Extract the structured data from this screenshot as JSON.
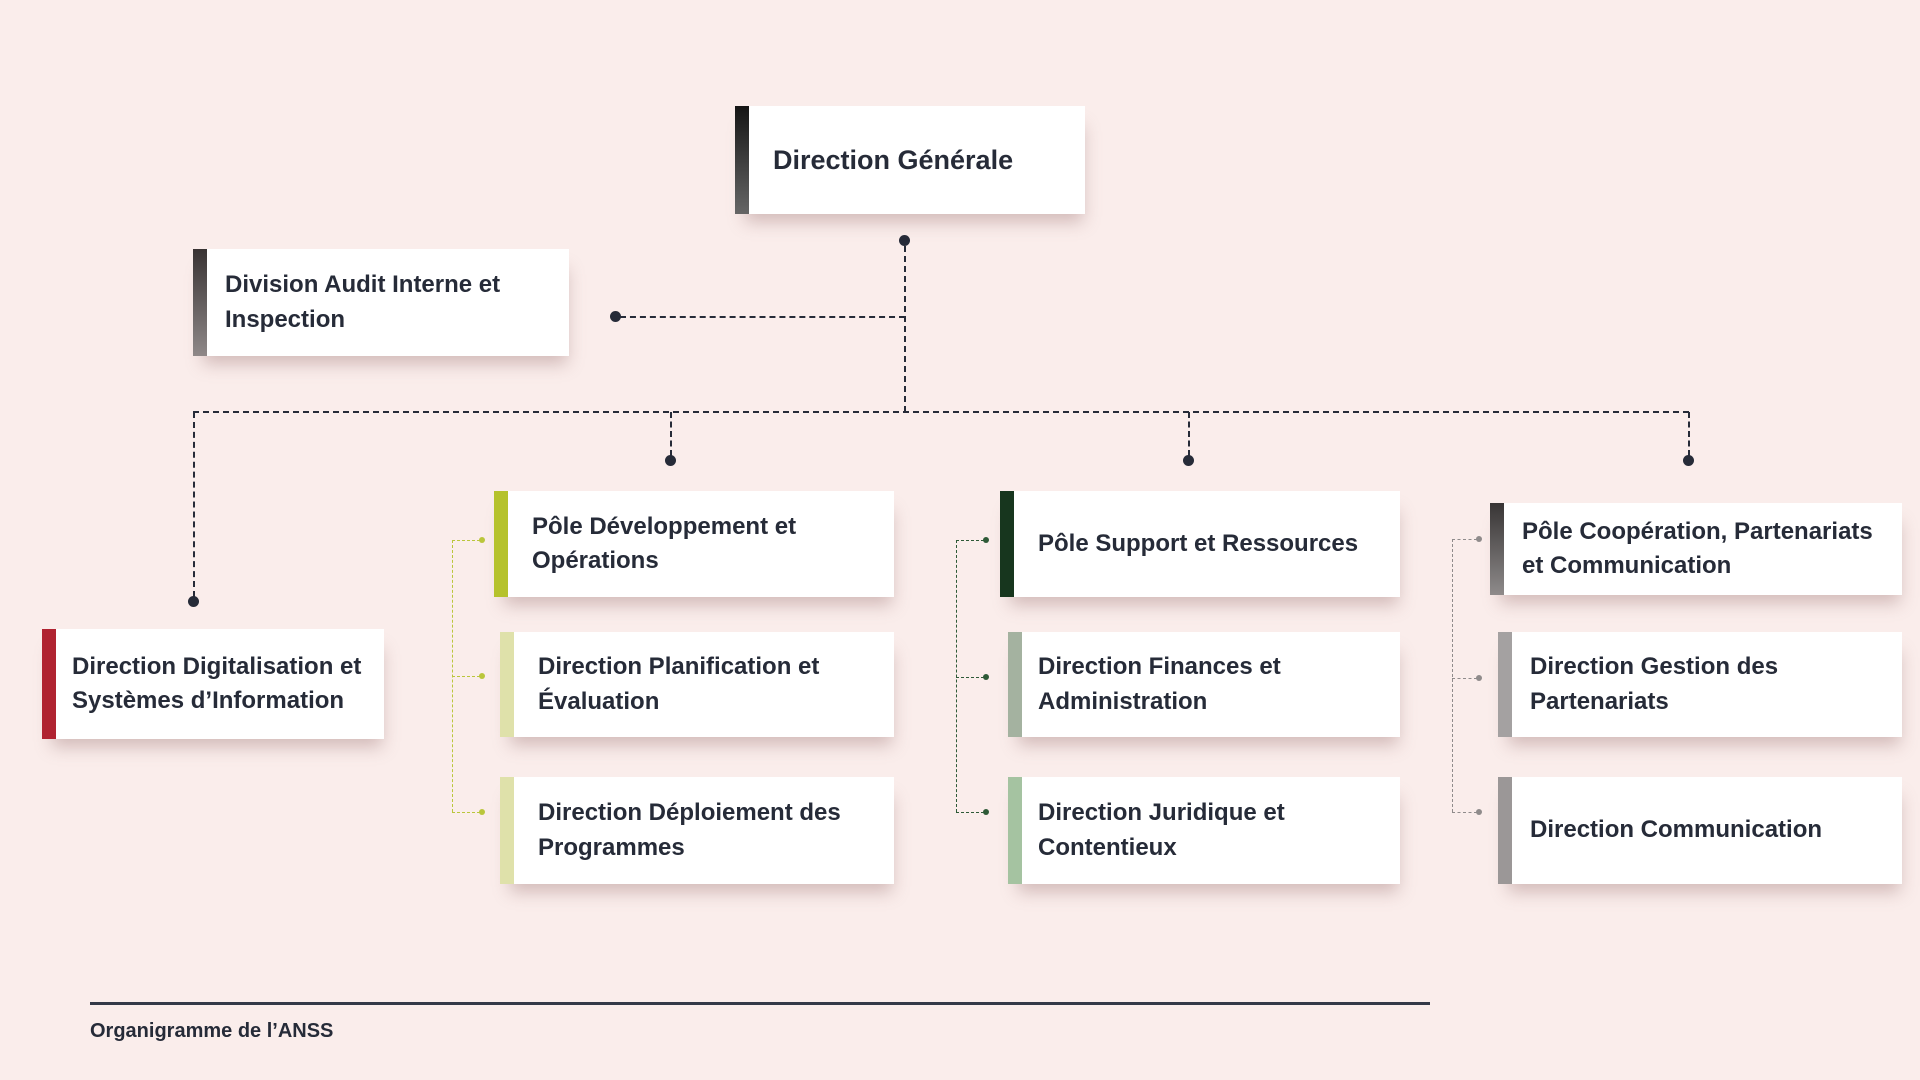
{
  "title": "Organigramme de l’ANSS",
  "colors": {
    "background": "#faedeb",
    "text": "#262b38",
    "connector": "#262b38",
    "footer_rule": "#343947"
  },
  "nodes": {
    "direction_generale": {
      "label": "Direction Générale",
      "accent": "#232323"
    },
    "division_audit": {
      "label": "Division Audit Interne et\nInspection",
      "accent": "#5e5555"
    },
    "direction_digitalisation": {
      "label": "Direction Digitalisation et\nSystèmes d’Information",
      "accent": "#b02331"
    },
    "pole_developpement": {
      "label": "Pôle Développement et\nOpérations",
      "accent": "#b5c22c"
    },
    "direction_planification": {
      "label": "Direction Planification et\nÉvaluation",
      "accent": "#dfe1aa"
    },
    "direction_deploiement": {
      "label": "Direction Déploiement des\nProgrammes",
      "accent": "#dfe1aa"
    },
    "pole_support": {
      "label": "Pôle Support et Ressources",
      "accent": "#17361e"
    },
    "direction_finances": {
      "label": "Direction Finances et\nAdministration",
      "accent": "#a4b2a0"
    },
    "direction_juridique": {
      "label": "Direction Juridique et\nContentieux",
      "accent": "#a5c3a1"
    },
    "pole_cooperation": {
      "label": "Pôle Coopération, Partenariats\net Communication",
      "accent": "#5d5858"
    },
    "direction_gestion": {
      "label": "Direction Gestion des\nPartenariats",
      "accent": "#a4a1a1"
    },
    "direction_communication": {
      "label": "Direction Communication",
      "accent": "#9b9797"
    }
  },
  "branch_colors": {
    "operations": "#bac63b",
    "support": "#2e5a37",
    "cooperation": "#8f8b8b"
  }
}
